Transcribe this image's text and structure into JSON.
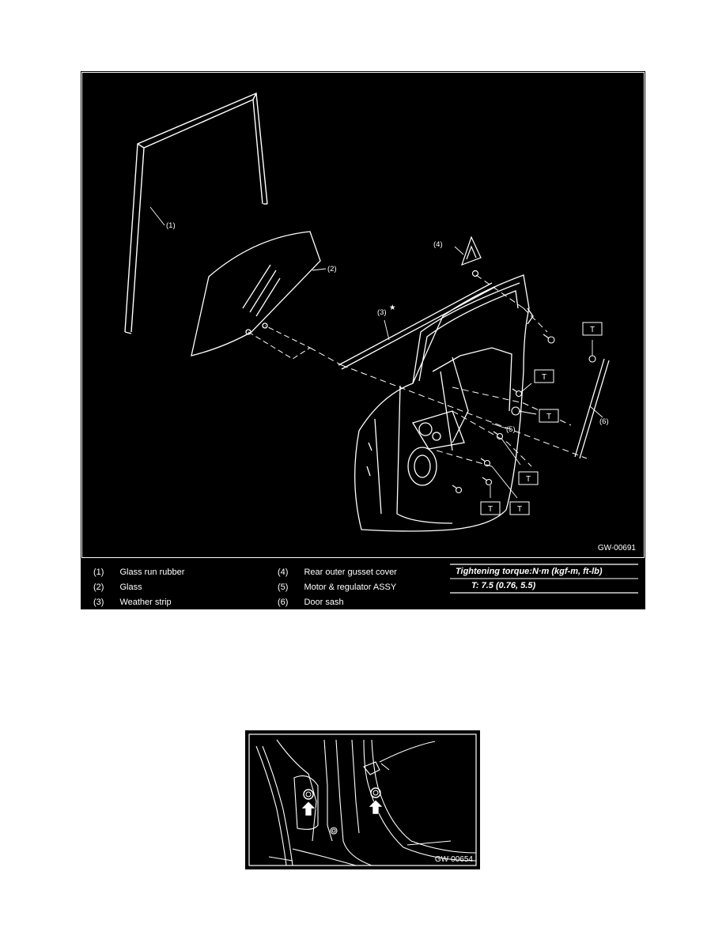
{
  "figure1": {
    "code": "GW-00691",
    "callouts": [
      "(1)",
      "(2)",
      "(3)",
      "(4)",
      "(5)",
      "(6)"
    ],
    "star": "★",
    "torque_marker": "T",
    "legend": [
      {
        "num": "(1)",
        "label": "Glass run rubber"
      },
      {
        "num": "(2)",
        "label": "Glass"
      },
      {
        "num": "(3)",
        "label": "Weather strip"
      },
      {
        "num": "(4)",
        "label": "Rear outer gusset cover"
      },
      {
        "num": "(5)",
        "label": "Motor & regulator ASSY"
      },
      {
        "num": "(6)",
        "label": "Door sash"
      }
    ],
    "torque_title": "Tightening torque:N·m (kgf-m, ft-lb)",
    "torque_value": "T:   7.5 (0.76, 5.5)"
  },
  "figure2": {
    "code": "GW-00654"
  }
}
